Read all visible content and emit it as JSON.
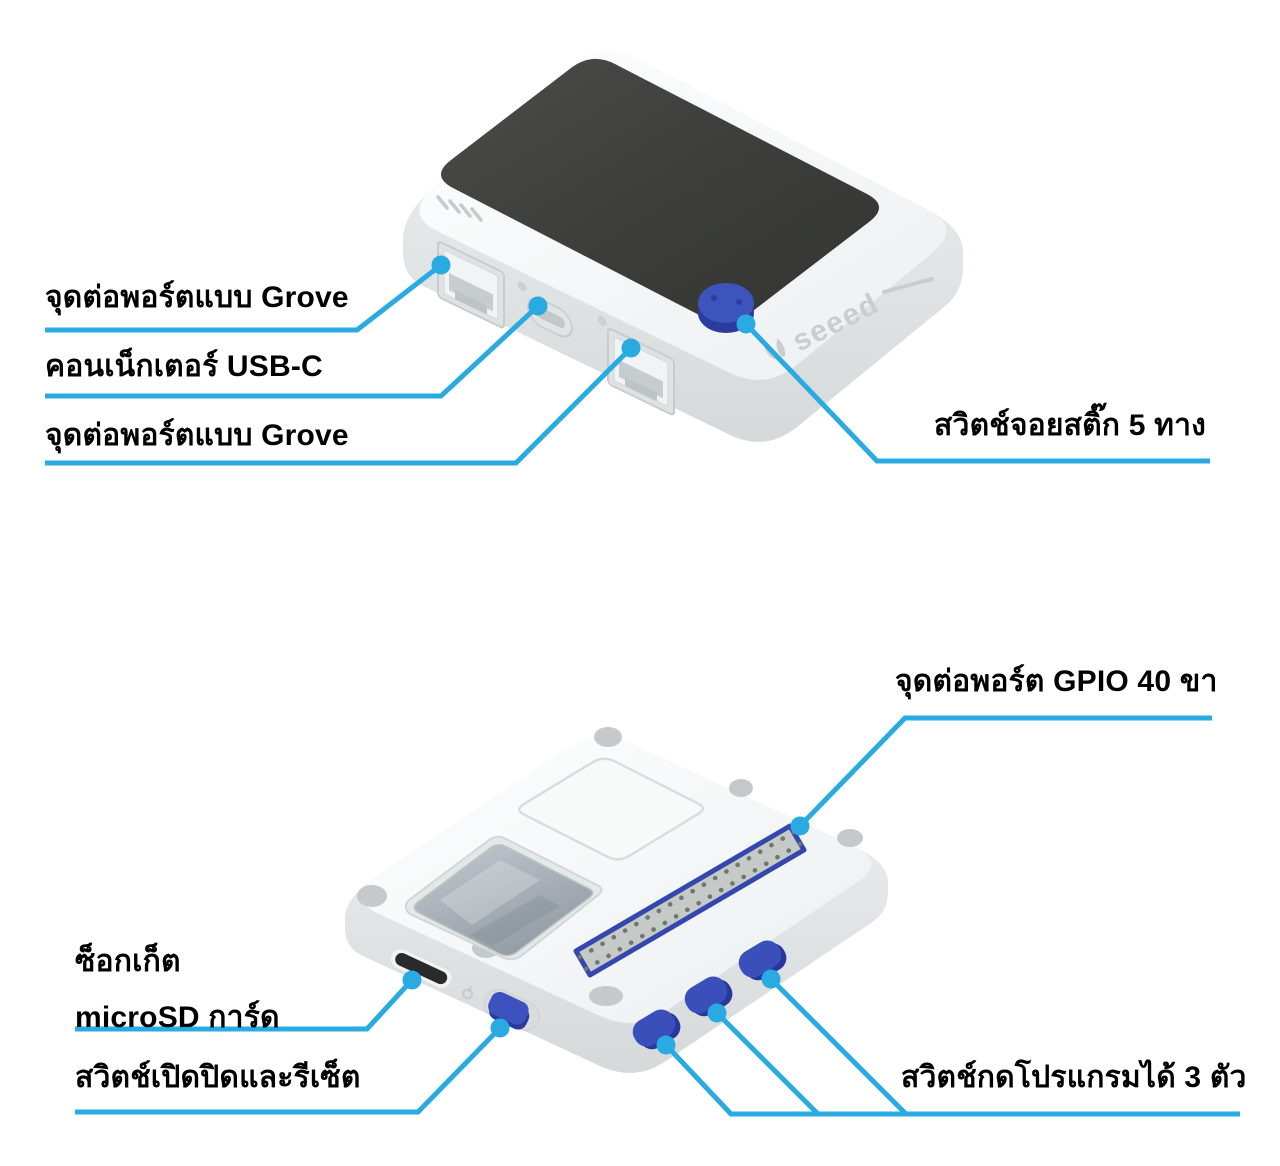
{
  "top_view": {
    "logo_text": "seeed",
    "labels": {
      "grove_port_top": "จุดต่อพอร์ตแบบ Grove",
      "usb_c": "คอนเน็กเตอร์ USB-C",
      "grove_port_bottom": "จุดต่อพอร์ตแบบ Grove",
      "joystick": "สวิตช์จอยสติ๊ก 5 ทาง"
    }
  },
  "bottom_view": {
    "labels": {
      "gpio": "จุดต่อพอร์ต GPIO 40 ขา",
      "microsd_line1": "ซ็อกเก็ต",
      "microsd_line2": "microSD การ์ด",
      "power": "สวิตช์เปิดปิดและรีเซ็ต",
      "buttons": "สวิตช์กดโปรแกรมได้ 3 ตัว"
    }
  },
  "colors": {
    "leader_line": "#29abe2",
    "joystick_blue": "#3d53be",
    "button_blue": "#3b4fba",
    "gpio_border_blue": "#3547ae",
    "screen_dark": "#3e3f3d",
    "body_white": "#f4f6f6"
  }
}
